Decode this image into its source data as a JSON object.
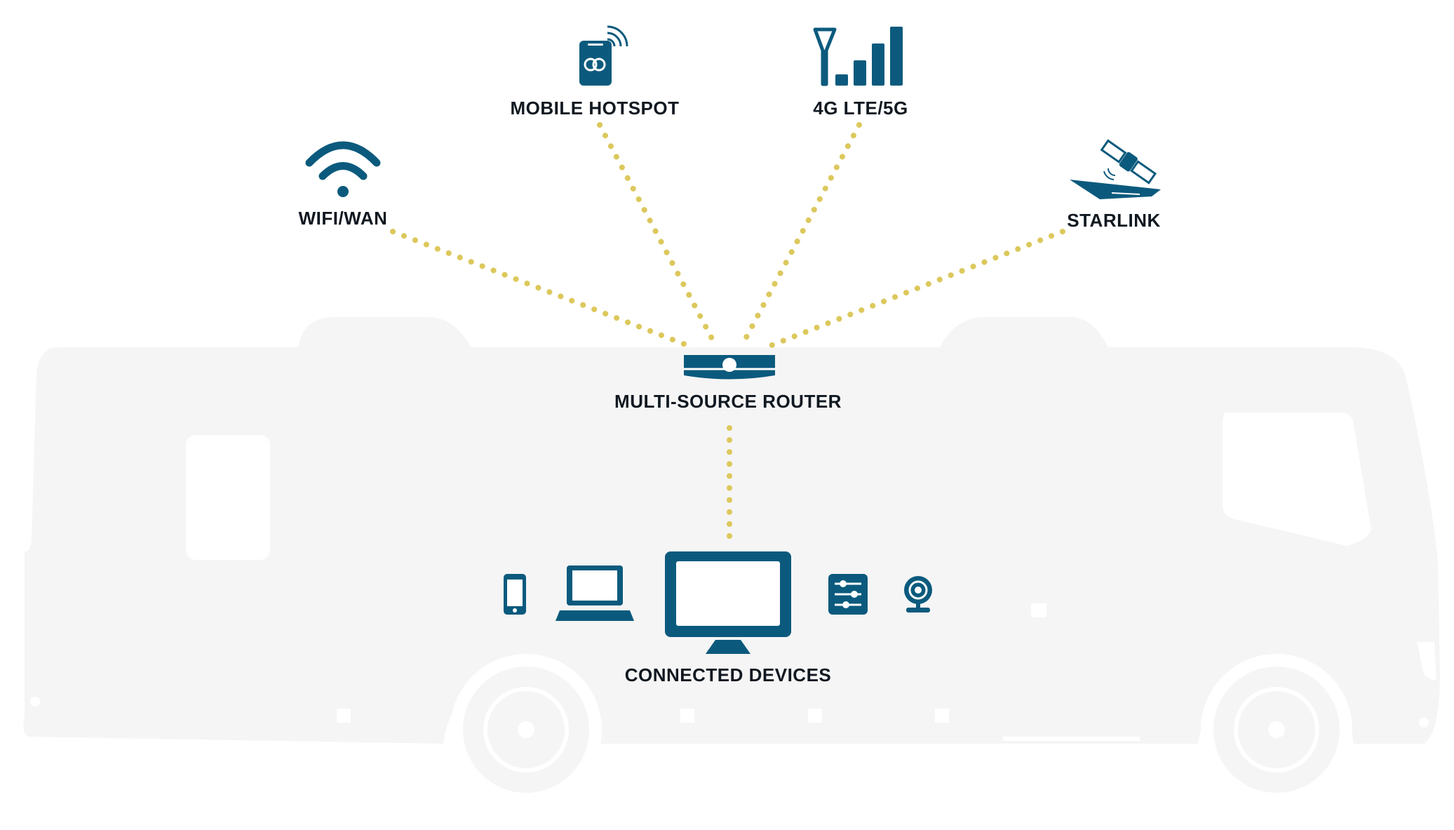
{
  "colors": {
    "primary": "#0B5A7D",
    "link": "#DCC85C",
    "rv": "#F5F5F5",
    "text": "#101820"
  },
  "nodes": {
    "mobile_hotspot": {
      "label": "MOBILE HOTSPOT",
      "icon": "mobile-hotspot-icon"
    },
    "lte_5g": {
      "label": "4G LTE/5G",
      "icon": "cell-signal-icon"
    },
    "wifi_wan": {
      "label": "WIFI/WAN",
      "icon": "wifi-icon"
    },
    "starlink": {
      "label": "STARLINK",
      "icon": "satellite-icon"
    },
    "router": {
      "label": "MULTI-SOURCE ROUTER",
      "icon": "router-icon"
    },
    "devices": {
      "label": "CONNECTED DEVICES",
      "icons": [
        "smartphone-icon",
        "laptop-icon",
        "monitor-icon",
        "control-panel-icon",
        "webcam-icon"
      ]
    }
  },
  "links": [
    {
      "from": "wifi_wan",
      "to": "router"
    },
    {
      "from": "mobile_hotspot",
      "to": "router"
    },
    {
      "from": "lte_5g",
      "to": "router"
    },
    {
      "from": "starlink",
      "to": "router"
    },
    {
      "from": "router",
      "to": "devices"
    }
  ]
}
